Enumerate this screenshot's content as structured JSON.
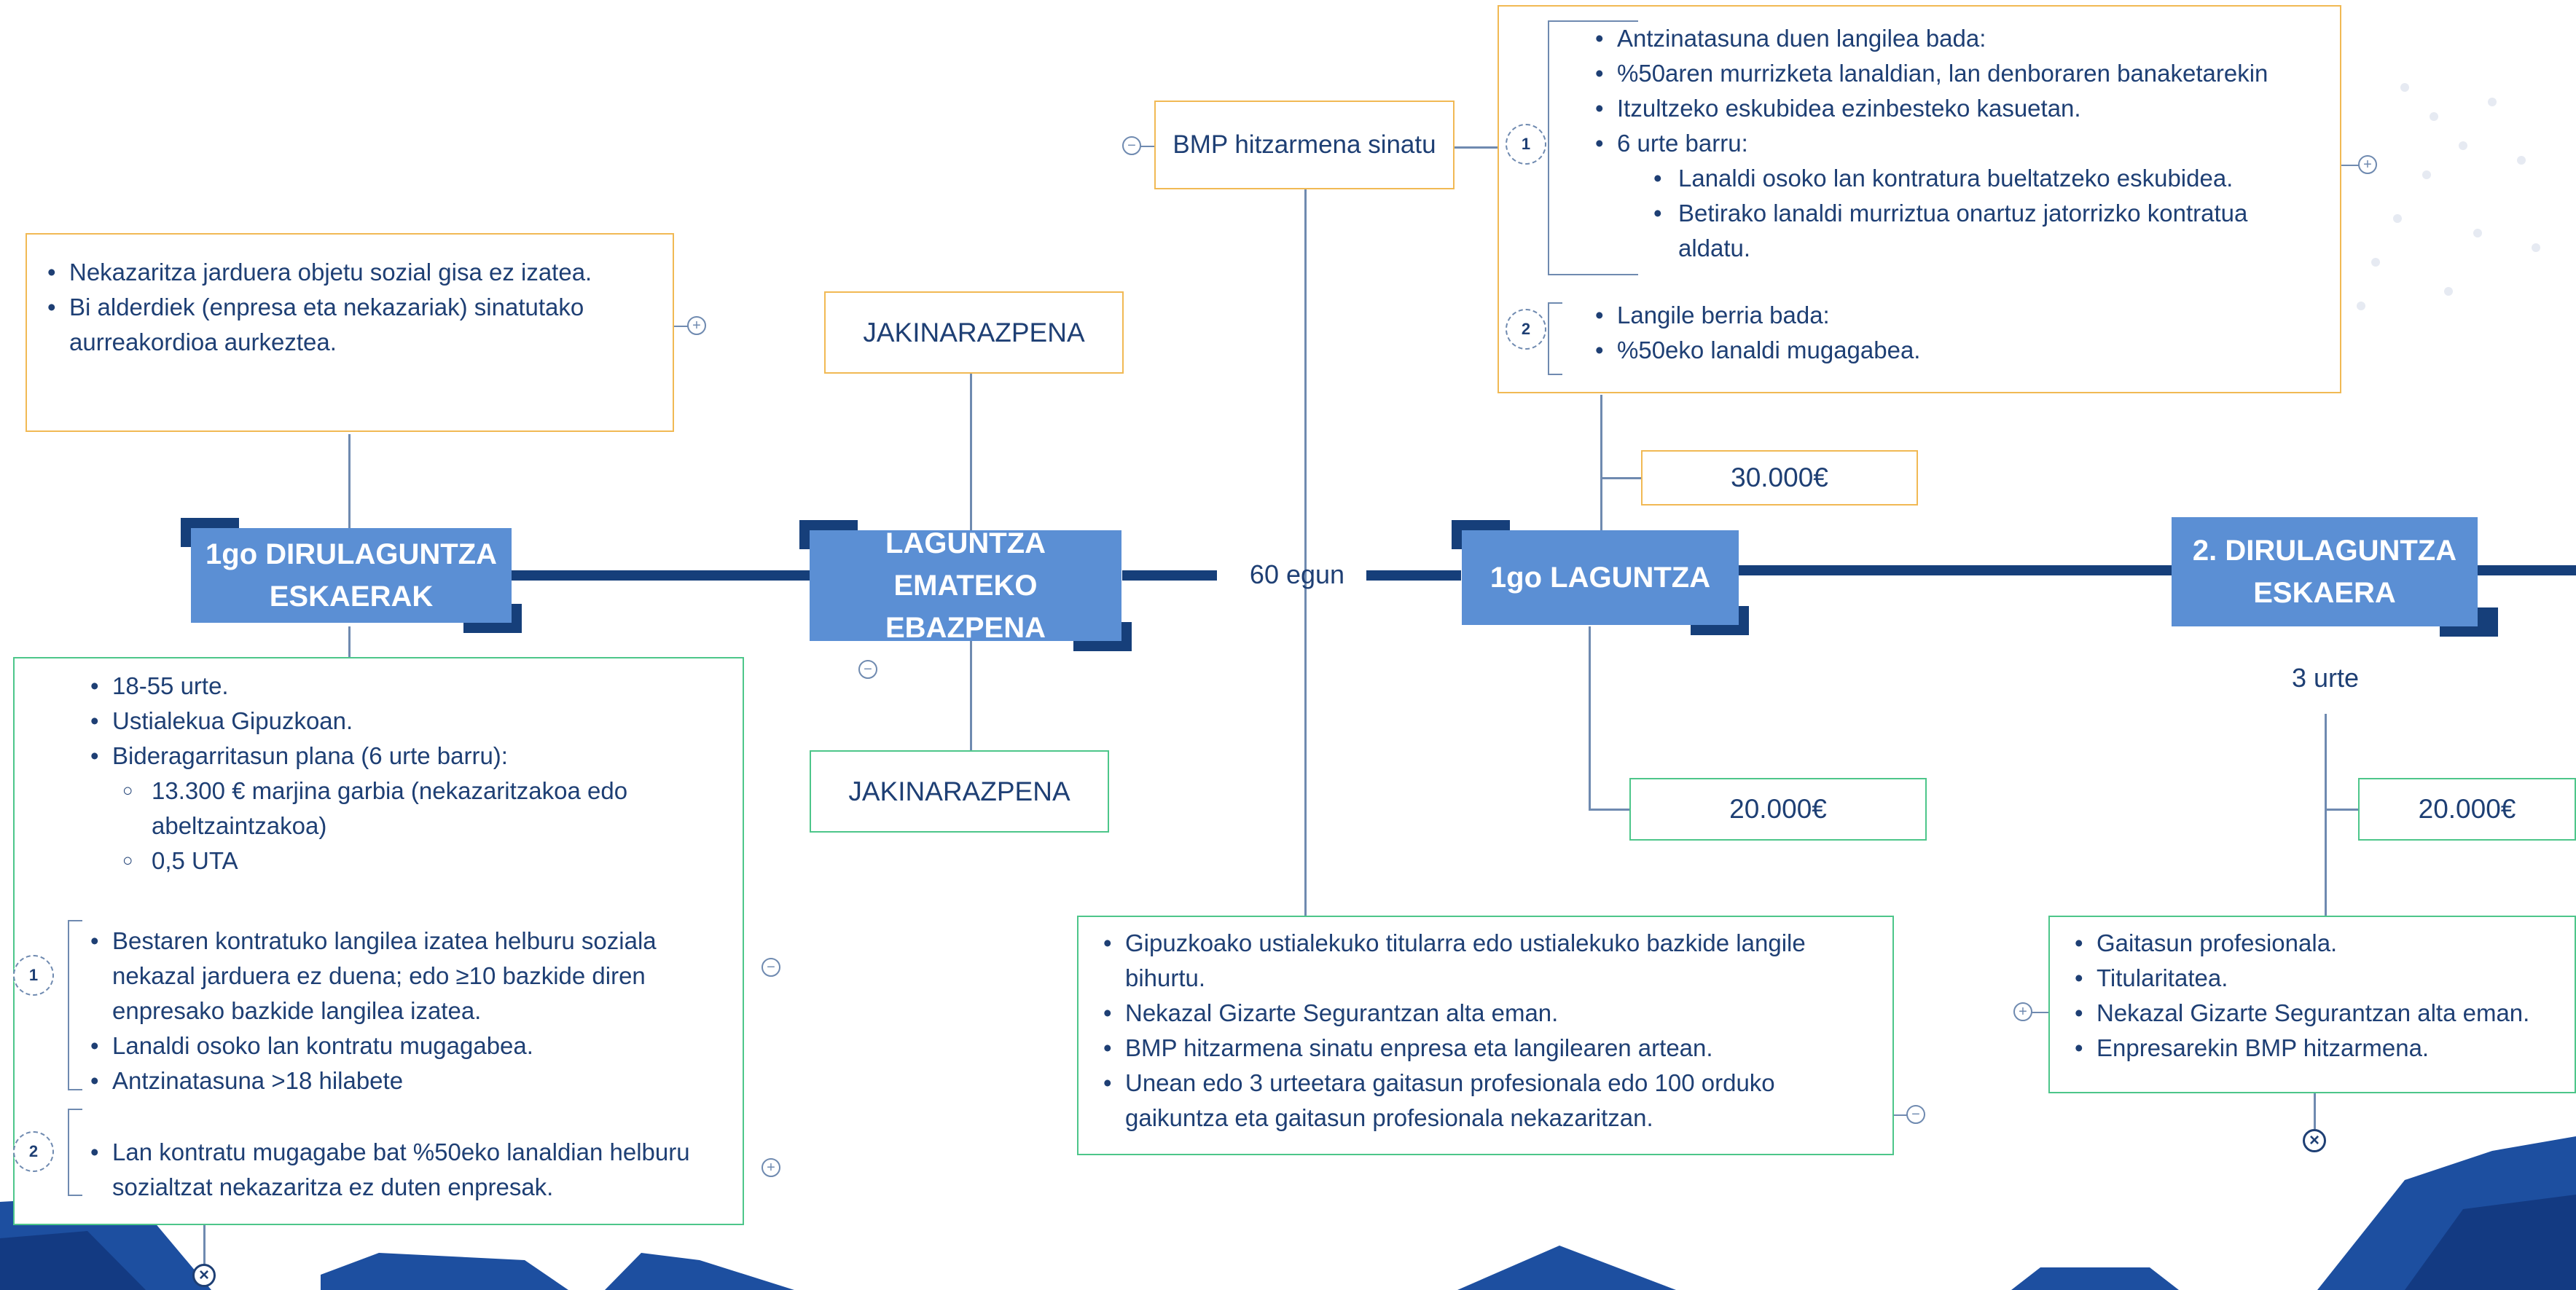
{
  "nodes": {
    "eskaerak": "1go DIRULAGUNTZA\nESKAERAK",
    "ebazpena": "LAGUNTZA\nEMATEKO EBAZPENA",
    "laguntza1": "1go LAGUNTZA",
    "eskaera2": "2. DIRULAGUNTZA\nESKAERA"
  },
  "timeline": {
    "egun": "60 egun",
    "urte": "3 urte"
  },
  "requirements_top": [
    "Nekazaritza jarduera objetu sozial gisa ez izatea.",
    "Bi alderdiek (enpresa eta nekazariak) sinatutako aurreakordioa aurkeztea."
  ],
  "jakinarazpena_top": "JAKINARAZPENA",
  "jakinarazpena_bottom": "JAKINARAZPENA",
  "conditions_bottom": {
    "items": [
      "18-55 urte.",
      "Ustialekua Gipuzkoan.",
      "Bideragarritasun plana (6 urte barru):"
    ],
    "sub_items": [
      "13.300 € marjina garbia (nekazaritzakoa edo abeltzaintzakoa)",
      "0,5 UTA"
    ],
    "group1_number": "1",
    "group1": [
      "Bestaren kontratuko langilea izatea helburu soziala nekazal jarduera ez duena; edo ≥10 bazkide diren enpresako bazkide langilea izatea.",
      "Lanaldi osoko lan kontratu mugagabea.",
      "Antzinatasuna >18 hilabete"
    ],
    "group2_number": "2",
    "group2": [
      "Lan kontratu mugagabe bat %50eko lanaldian helburu sozialtzat nekazaritza ez duten enpresak."
    ]
  },
  "bmp": {
    "label": "BMP hitzarmena sinatu",
    "group1_number": "1",
    "group1": [
      "Antzinatasuna duen langilea bada:",
      "%50aren murrizketa lanaldian, lan denboraren banaketarekin",
      "Itzultzeko eskubidea ezinbesteko kasuetan.",
      "6 urte barru:"
    ],
    "group1_sub": [
      "Lanaldi osoko lan kontratura bueltatzeko eskubidea.",
      "Betirako lanaldi murriztua onartuz jatorrizko kontratua aldatu."
    ],
    "group2_number": "2",
    "group2": [
      "Langile berria bada:",
      "%50eko lanaldi mugagabea."
    ]
  },
  "amounts": {
    "first_orange": "30.000€",
    "first_green": "20.000€",
    "second_green": "20.000€"
  },
  "bottom_middle": [
    "Gipuzkoako ustialekuko titularra edo ustialekuko bazkide langile bihurtu.",
    "Nekazal Gizarte Segurantzan alta eman.",
    "BMP hitzarmena sinatu enpresa eta langilearen artean.",
    "Unean edo 3 urteetara gaitasun profesionala edo 100 orduko gaikuntza eta gaitasun profesionala nekazaritzan."
  ],
  "bottom_right": [
    "Gaitasun profesionala.",
    "Titularitatea.",
    "Nekazal Gizarte Segurantzan alta eman.",
    "Enpresarekin BMP hitzarmena."
  ],
  "colors": {
    "navy": "#163f7a",
    "node": "#5b8fd4",
    "orange": "#f1b954",
    "green": "#4dc68a"
  },
  "icons": [
    "add-circle-icon",
    "close-circle-icon",
    "collapse-circle-icon"
  ]
}
